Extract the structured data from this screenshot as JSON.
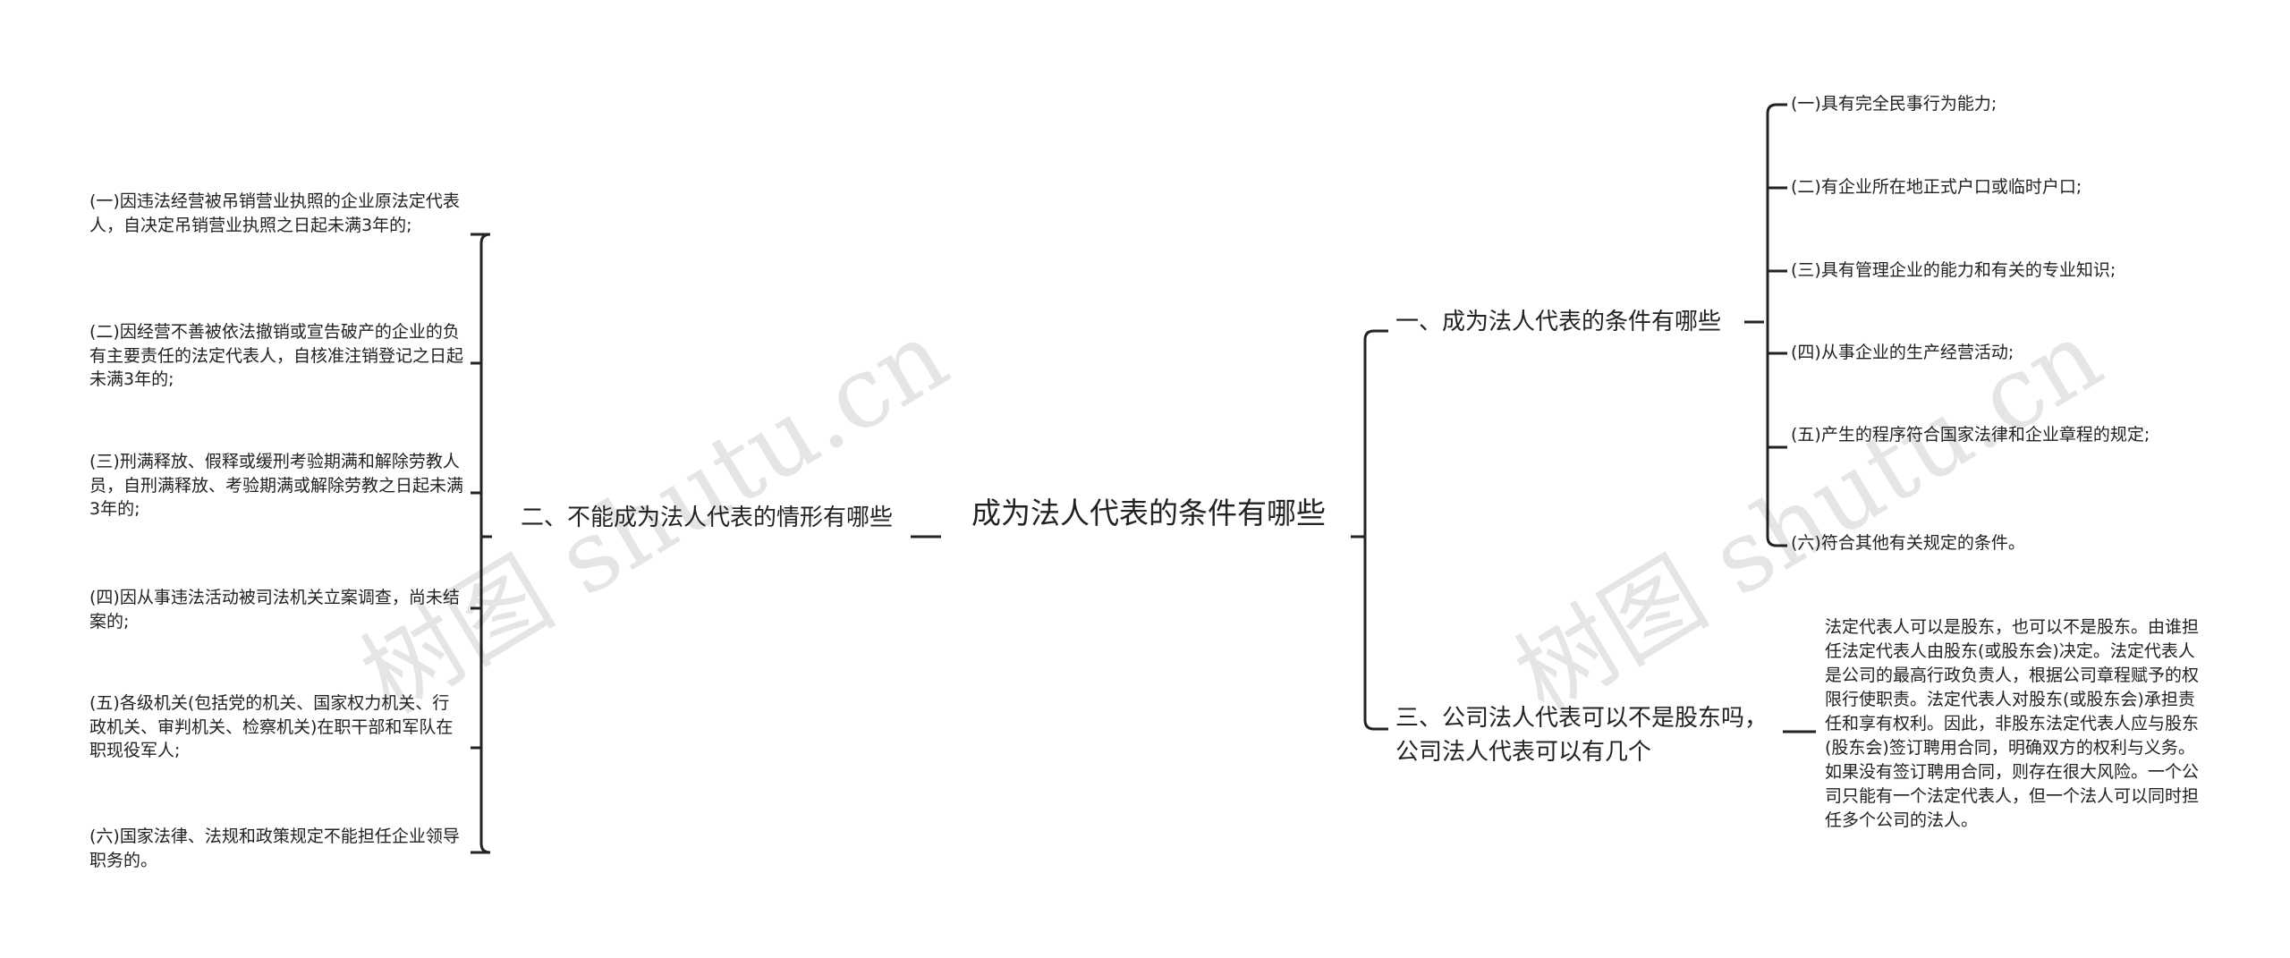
{
  "watermark": "树图 shutu.cn",
  "root": "成为法人代表的条件有哪些",
  "left_branch": {
    "label": "二、不能成为法人代表的情形有哪些",
    "items": [
      "(一)因违法经营被吊销营业执照的企业原法定代表人，自决定吊销营业执照之日起未满3年的;",
      "(二)因经营不善被依法撤销或宣告破产的企业的负有主要责任的法定代表人，自核准注销登记之日起未满3年的;",
      "(三)刑满释放、假释或缓刑考验期满和解除劳教人员，自刑满释放、考验期满或解除劳教之日起未满3年的;",
      "(四)因从事违法活动被司法机关立案调查，尚未结案的;",
      "(五)各级机关(包括党的机关、国家权力机关、行政机关、审判机关、检察机关)在职干部和军队在职现役军人;",
      "(六)国家法律、法规和政策规定不能担任企业领导职务的。"
    ]
  },
  "right_branch_1": {
    "label": "一、成为法人代表的条件有哪些",
    "items": [
      "(一)具有完全民事行为能力;",
      "(二)有企业所在地正式户口或临时户口;",
      "(三)具有管理企业的能力和有关的专业知识;",
      "(四)从事企业的生产经营活动;",
      "(五)产生的程序符合国家法律和企业章程的规定;",
      "(六)符合其他有关规定的条件。"
    ]
  },
  "right_branch_2": {
    "label": "三、公司法人代表可以不是股东吗，公司法人代表可以有几个",
    "text": "法定代表人可以是股东，也可以不是股东。由谁担任法定代表人由股东(或股东会)决定。法定代表人是公司的最高行政负责人，根据公司章程赋予的权限行使职责。法定代表人对股东(或股东会)承担责任和享有权利。因此，非股东法定代表人应与股东(股东会)签订聘用合同，明确双方的权利与义务。如果没有签订聘用合同，则存在很大风险。一个公司只能有一个法定代表人，但一个法人可以同时担任多个公司的法人。"
  }
}
